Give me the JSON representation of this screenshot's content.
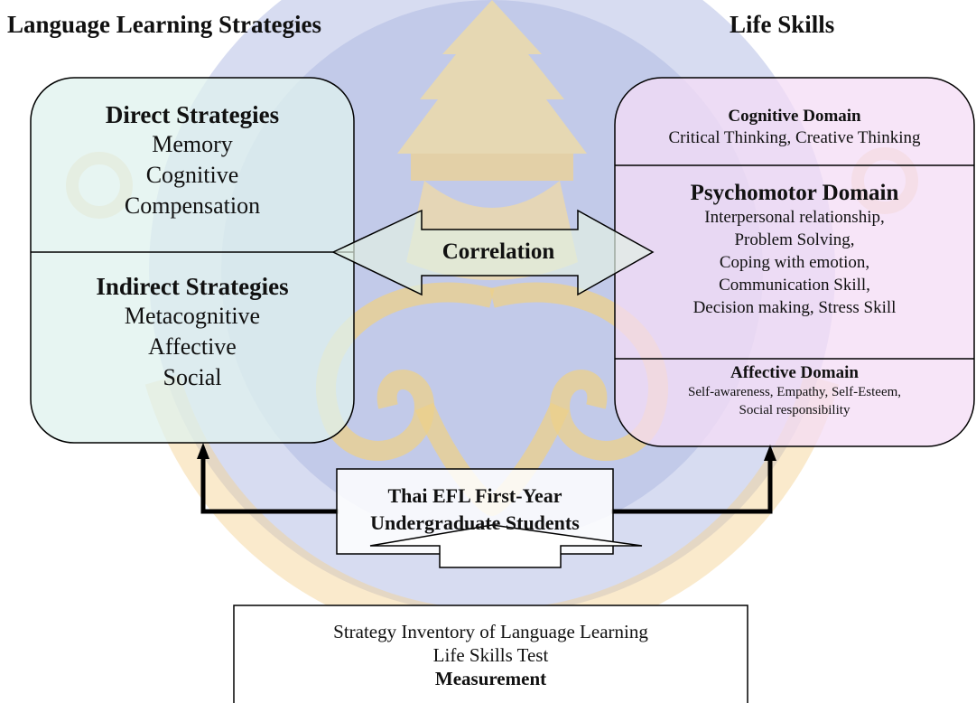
{
  "header": {
    "left_title": "Language Learning Strategies",
    "right_title": "Life Skills"
  },
  "left_box": {
    "direct": {
      "title": "Direct Strategies",
      "items": [
        "Memory",
        "Cognitive",
        "Compensation"
      ]
    },
    "indirect": {
      "title": "Indirect Strategies",
      "items": [
        "Metacognitive",
        "Affective",
        "Social"
      ]
    }
  },
  "right_box": {
    "cognitive": {
      "title": "Cognitive Domain",
      "items": [
        "Critical Thinking, Creative Thinking"
      ]
    },
    "psychomotor": {
      "title": "Psychomotor Domain",
      "items": [
        "Interpersonal relationship,",
        "Problem Solving,",
        "Coping with emotion,",
        "Communication Skill,",
        "Decision making, Stress Skill"
      ]
    },
    "affective": {
      "title": "Affective Domain",
      "items": [
        "Self-awareness, Empathy, Self-Esteem,",
        "Social responsibility"
      ]
    }
  },
  "center": {
    "correlation_label": "Correlation"
  },
  "students_box": {
    "lines": [
      "Thai EFL First-Year",
      "Undergraduate Students"
    ]
  },
  "measurement_box": {
    "lines": [
      "Strategy Inventory of Language Learning",
      "Life Skills Test"
    ],
    "title": "Measurement"
  },
  "colors": {
    "left_box_fill": "#e3f3f1",
    "right_box_fill": "#f6e0f6",
    "arrow_fill": "#dfeee3",
    "watermark_blue": "#a6b2de",
    "watermark_gold": "#e8c46a"
  }
}
